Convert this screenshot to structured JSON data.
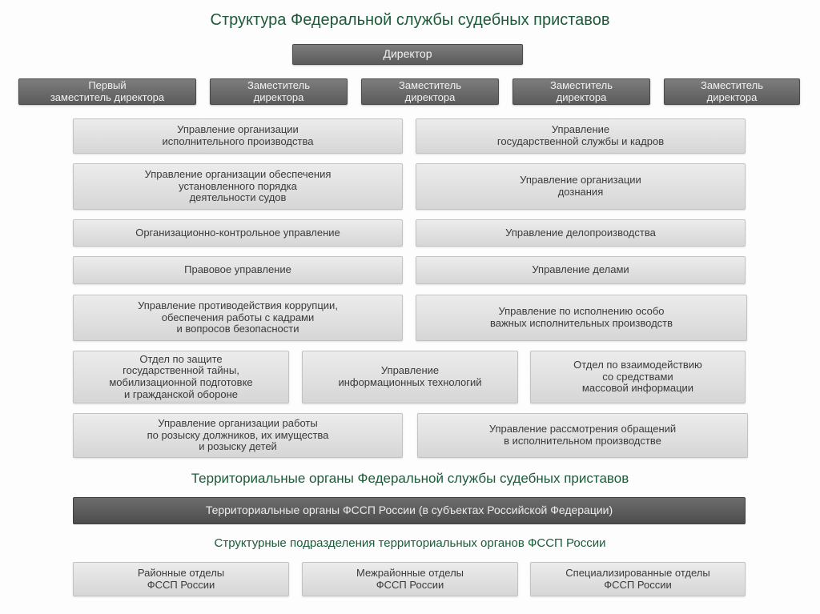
{
  "title": "Структура Федеральной службы судебных приставов",
  "director": "Директор",
  "deputies": [
    "Первый\nзаместитель директора",
    "Заместитель\nдиректора",
    "Заместитель\nдиректора",
    "Заместитель\nдиректора",
    "Заместитель\nдиректора"
  ],
  "departments": [
    "Управление организации\nисполнительного производства",
    "Управление\nгосударственной службы и кадров",
    "Управление организации обеспечения\nустановленного порядка\nдеятельности судов",
    "Управление организации\nдознания",
    "Организационно-контрольное управление",
    "Управление делопроизводства",
    "Правовое управление",
    "Управление делами",
    "Управление противодействия коррупции,\nобеспечения работы с кадрами\nи вопросов безопасности",
    "Управление по исполнению особо\nважных исполнительных производств",
    "Отдел по защите\nгосударственной тайны,\nмобилизационной подготовке\nи гражданской обороне",
    "Управление\nинформационных технологий",
    "Отдел по взаимодействию\nсо средствами\nмассовой информации",
    "Управление организации работы\nпо розыску должников, их имущества\nи розыску детей",
    "Управление рассмотрения обращений\nв исполнительном производстве"
  ],
  "territorial_heading": "Территориальные органы Федеральной службы судебных приставов",
  "territorial_body": "Территориальные органы ФССП России (в субъектах Российской Федерации)",
  "structural_heading": "Структурные подразделения территориальных органов ФССП России",
  "structural_units": [
    "Районные отделы\nФССП России",
    "Межрайонные отделы\nФССП России",
    "Специализированные отделы\nФССП России"
  ]
}
